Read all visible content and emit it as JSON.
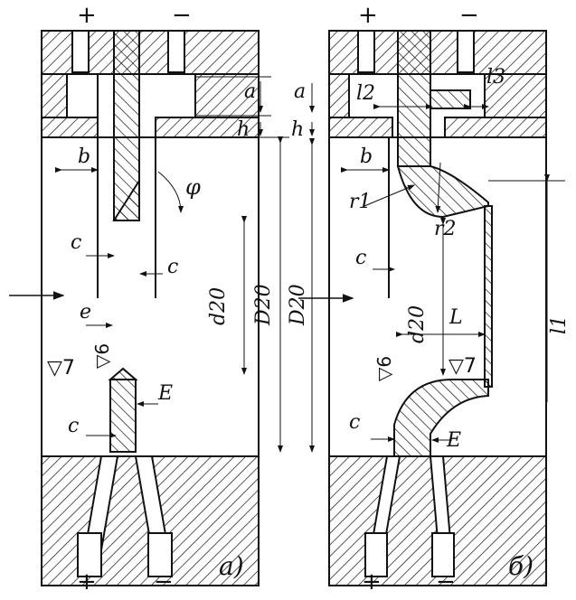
{
  "panel_a": {
    "caption": "а)",
    "polarity_top_left": "+",
    "polarity_top_right": "−",
    "polarity_bottom_left": "+",
    "polarity_bottom_right": "−",
    "labels": {
      "a": "a",
      "h": "h",
      "b": "b",
      "phi": "φ",
      "c_left": "c",
      "c_right": "c",
      "e": "e",
      "E": "E",
      "c_bottom": "c",
      "d20": "d20",
      "D20": "D20",
      "roughness_7": "▽7",
      "roughness_6": "▽6"
    }
  },
  "panel_b": {
    "caption": "б)",
    "polarity_top_left": "+",
    "polarity_top_right": "−",
    "polarity_bottom_left": "+",
    "polarity_bottom_right": "−",
    "labels": {
      "a": "a",
      "h": "h",
      "l2": "l2",
      "l3": "l3",
      "b": "b",
      "r1": "r1",
      "r2": "r2",
      "c": "c",
      "c_bottom": "c",
      "d20": "d20",
      "D20": "D20",
      "L": "L",
      "l1": "l1",
      "E": "E",
      "roughness_7": "▽7",
      "roughness_6": "▽6"
    }
  },
  "colors": {
    "ink": "#111111",
    "paper": "#ffffff"
  }
}
